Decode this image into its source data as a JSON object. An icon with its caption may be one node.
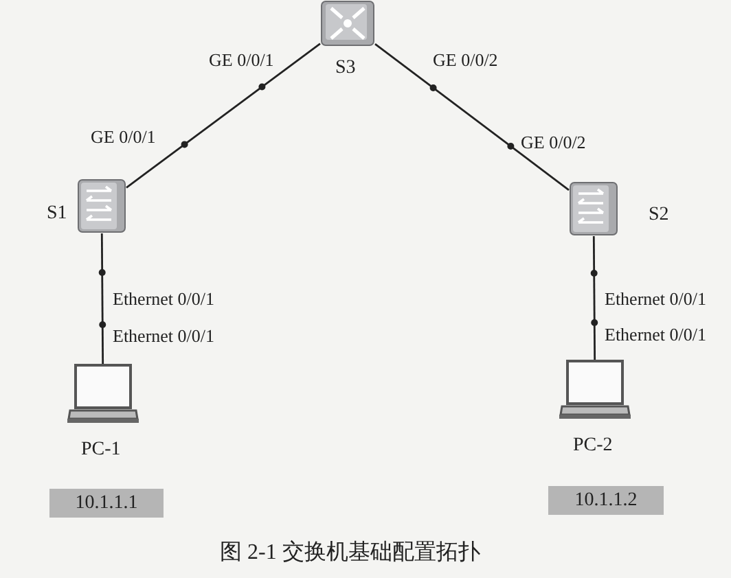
{
  "diagram": {
    "caption": "图 2-1 交换机基础配置拓扑",
    "nodes": [
      {
        "text": [
          "S3"
        ]
      },
      {
        "text": [
          "S1"
        ]
      },
      {
        "text": [
          "S2"
        ]
      },
      {
        "text": [
          "PC-1"
        ]
      },
      {
        "text": [
          "PC-2"
        ]
      },
      {
        "text": [
          "10.1.1.1"
        ]
      },
      {
        "text": [
          "10.1.1.2"
        ]
      }
    ],
    "edges": [
      {
        "from": 0,
        "to": 1,
        "arrow": "none"
      },
      {
        "from": 0,
        "to": 2,
        "arrow": "none"
      },
      {
        "from": 1,
        "to": 3,
        "arrow": "none"
      },
      {
        "from": 2,
        "to": 4,
        "arrow": "none"
      }
    ],
    "labels": [
      "GE 0/0/1",
      "GE 0/0/2",
      "GE 0/0/1",
      "GE 0/0/2",
      "Ethernet 0/0/1",
      "Ethernet 0/0/1",
      "Ethernet 0/0/1",
      "Ethernet 0/0/1"
    ]
  }
}
